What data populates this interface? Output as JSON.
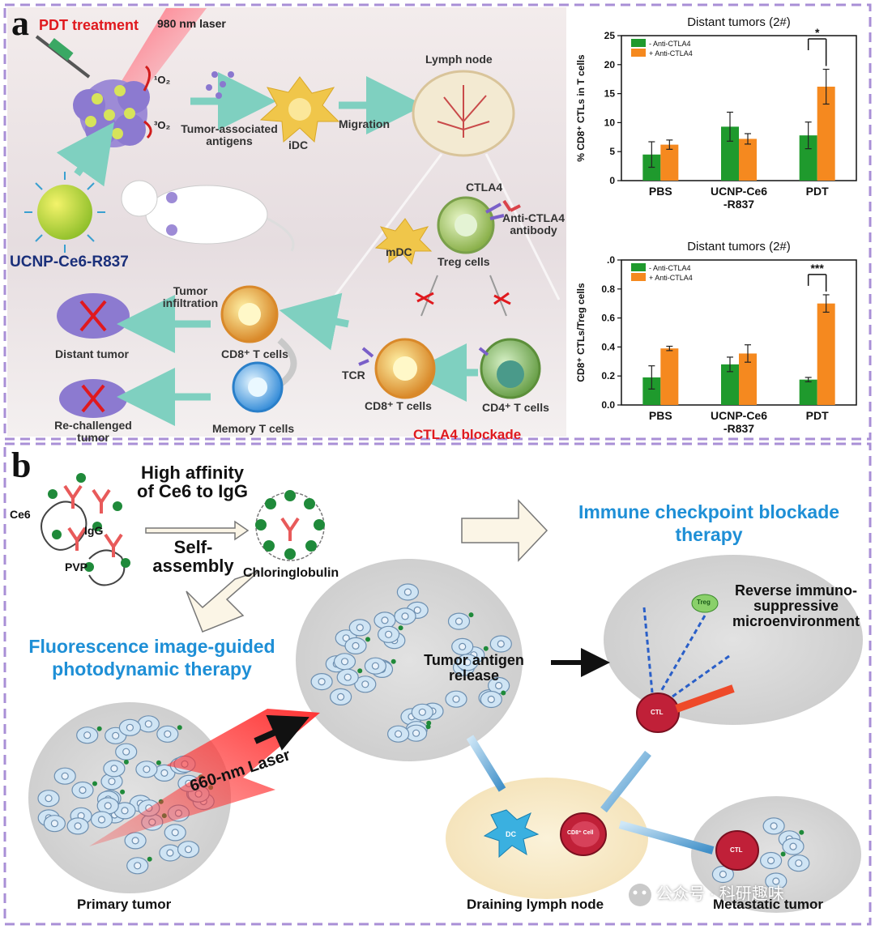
{
  "panel_a": {
    "letter": "a",
    "pdt_treatment": "PDT treatment",
    "laser": "980 nm laser",
    "singlet_o2": "¹O₂",
    "triplet_o2": "³O₂",
    "tumor_antigens": [
      "Tumor-associated",
      "antigens"
    ],
    "idc": "iDC",
    "migration": "Migration",
    "lymph_node": "Lymph node",
    "ctla4": "CTLA4",
    "anti_ctla4_antibody": [
      "Anti-CTLA4",
      "antibody"
    ],
    "mdc": "mDC",
    "treg_cells": "Treg cells",
    "nanoparticle": "UCNP-Ce6-R837",
    "tumor_infiltration": [
      "Tumor",
      "infiltration"
    ],
    "distant_tumor": "Distant tumor",
    "cd8_t_cells_left": "CD8⁺ T cells",
    "memory_t_cells": "Memory T cells",
    "rechallenged_tumor": [
      "Re-challenged",
      "tumor"
    ],
    "tcr": "TCR",
    "cd8_t_cells_mid": "CD8⁺ T cells",
    "cd4_t_cells": "CD4⁺ T cells",
    "ctla4_blockade": "CTLA4 blockade"
  },
  "panel_b": {
    "letter": "b",
    "high_affinity": [
      "High affinity",
      "of Ce6 to IgG"
    ],
    "ce6": "Ce6",
    "igg": "IgG",
    "pvp": "PVP",
    "self_assembly": [
      "Self-",
      "assembly"
    ],
    "chloringlobulin": "Chloringlobulin",
    "immune_checkpoint": [
      "Immune checkpoint blockade",
      "therapy"
    ],
    "fluorescence": [
      "Fluorescence image-guided",
      "photodynamic therapy"
    ],
    "tumor_antigen_release": [
      "Tumor antigen",
      "release"
    ],
    "reverse_immuno": [
      "Reverse immuno-",
      "suppressive",
      "microenvironment"
    ],
    "laser_660": "660-nm Laser",
    "primary_tumor": "Primary tumor",
    "draining_lymph_node": "Draining lymph node",
    "metastatic_tumor": "Metastatic tumor",
    "dc": "DC",
    "cd8_cell": "CD8⁺ Cell",
    "ctl": "CTL",
    "treg": "Treg"
  },
  "watermark": "公众号 · 科研趣味",
  "colors": {
    "frame_dashed": "#a98fd6",
    "anti_ctla4_minus": "#1f9a2d",
    "anti_ctla4_plus": "#f5891f",
    "red_label": "#e0191e",
    "blue_title": "#1e8fd6",
    "arrow_teal": "#7fd0c0"
  },
  "chart_data": [
    {
      "type": "bar",
      "title": "Distant tumors (2#)",
      "ylabel": "% CD8⁺ CTLs in T cells",
      "xlabel": "",
      "categories": [
        "PBS",
        "UCNP-Ce6\n-R837",
        "PDT"
      ],
      "ylim": [
        0,
        25
      ],
      "yticks": [
        "0",
        "5",
        "10",
        "15",
        "20",
        "25"
      ],
      "series": [
        {
          "name": "- Anti-CTLA4",
          "values": [
            4.5,
            9.3,
            7.8
          ],
          "errors": [
            2.2,
            2.5,
            2.3
          ]
        },
        {
          "name": "+ Anti-CTLA4",
          "values": [
            6.2,
            7.2,
            16.2
          ],
          "errors": [
            0.8,
            0.9,
            3.0
          ]
        }
      ],
      "annotation": "*",
      "legend": "top-left",
      "grid": false
    },
    {
      "type": "bar",
      "title": "Distant tumors (2#)",
      "ylabel": "CD8⁺ CTLs/Treg cells",
      "xlabel": "",
      "categories": [
        "PBS",
        "UCNP-Ce6\n-R837",
        "PDT"
      ],
      "ylim": [
        0,
        1.0
      ],
      "yticks": [
        "0.0",
        "0.2",
        "0.4",
        "0.6",
        "0.8",
        ".0"
      ],
      "series": [
        {
          "name": "- Anti-CTLA4",
          "values": [
            0.19,
            0.28,
            0.175
          ],
          "errors": [
            0.08,
            0.05,
            0.015
          ]
        },
        {
          "name": "+ Anti-CTLA4",
          "values": [
            0.39,
            0.355,
            0.7
          ],
          "errors": [
            0.015,
            0.06,
            0.06
          ]
        }
      ],
      "annotation": "***",
      "legend": "top-left",
      "grid": false
    }
  ]
}
